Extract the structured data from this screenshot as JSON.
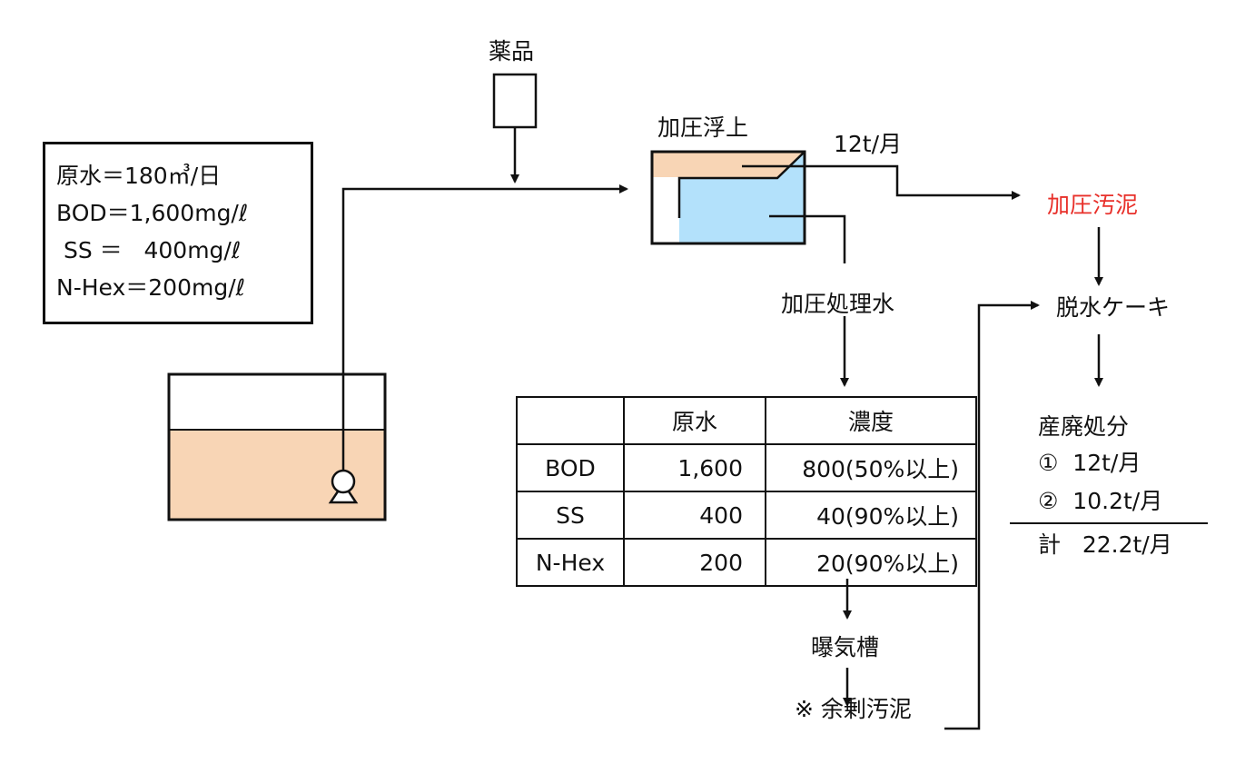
{
  "diagram": {
    "chemical_label": "薬品",
    "dissolved_air_flotation_label": "加圧浮上",
    "float_sludge_rate": "12t/月",
    "pressurized_sludge_label": "加圧汚泥",
    "pressurized_sludge_color": "#e8302a",
    "treated_water_label": "加圧処理水",
    "dewatered_cake_label": "脱水ケーキ",
    "aeration_tank_label": "曝気槽",
    "excess_sludge_label": "※ 余剰汚泥",
    "raw_water_spec": {
      "lines": [
        "原水＝180㎥/日",
        "BOD＝1,600mg/ℓ",
        " SS ＝   400mg/ℓ",
        "N-Hex＝200mg/ℓ"
      ]
    },
    "results_table": {
      "headers": [
        "",
        "原水",
        "濃度"
      ],
      "rows": [
        [
          "BOD",
          "1,600",
          "800(50%以上)"
        ],
        [
          "SS",
          "400",
          "40(90%以上)"
        ],
        [
          "N-Hex",
          "200",
          "20(90%以上)"
        ]
      ]
    },
    "disposal": {
      "title": "産廃処分",
      "items": [
        "①  12t/月",
        "②  10.2t/月"
      ],
      "total": "計   22.2t/月"
    },
    "colors": {
      "raw_water_fill": "#f8d5b5",
      "clear_water_fill": "#b3e1fb",
      "line": "#111111"
    }
  }
}
